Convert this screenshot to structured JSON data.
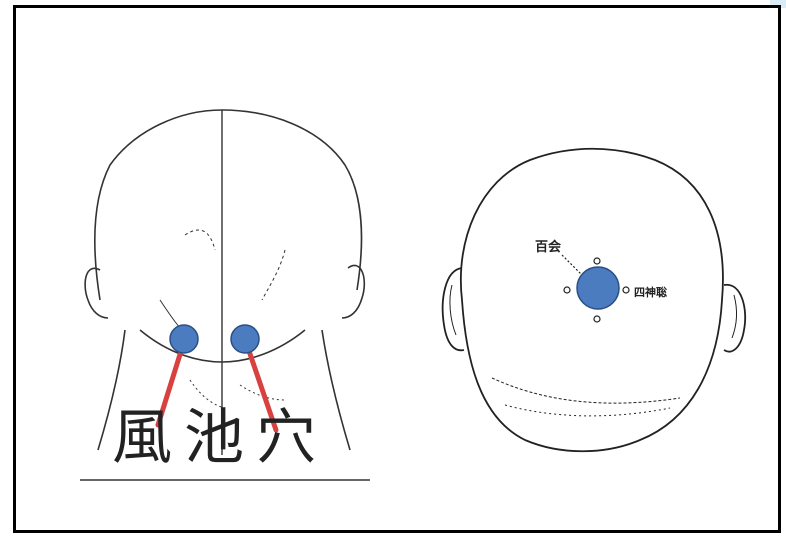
{
  "left_figure": {
    "label": "風池穴",
    "point_color": "#4a7cbf",
    "line_color": "#d94040"
  },
  "right_figure": {
    "label_top": "百会",
    "label_right": "四神聡",
    "point_color": "#4a7cbf"
  },
  "frame_color": "#000000"
}
